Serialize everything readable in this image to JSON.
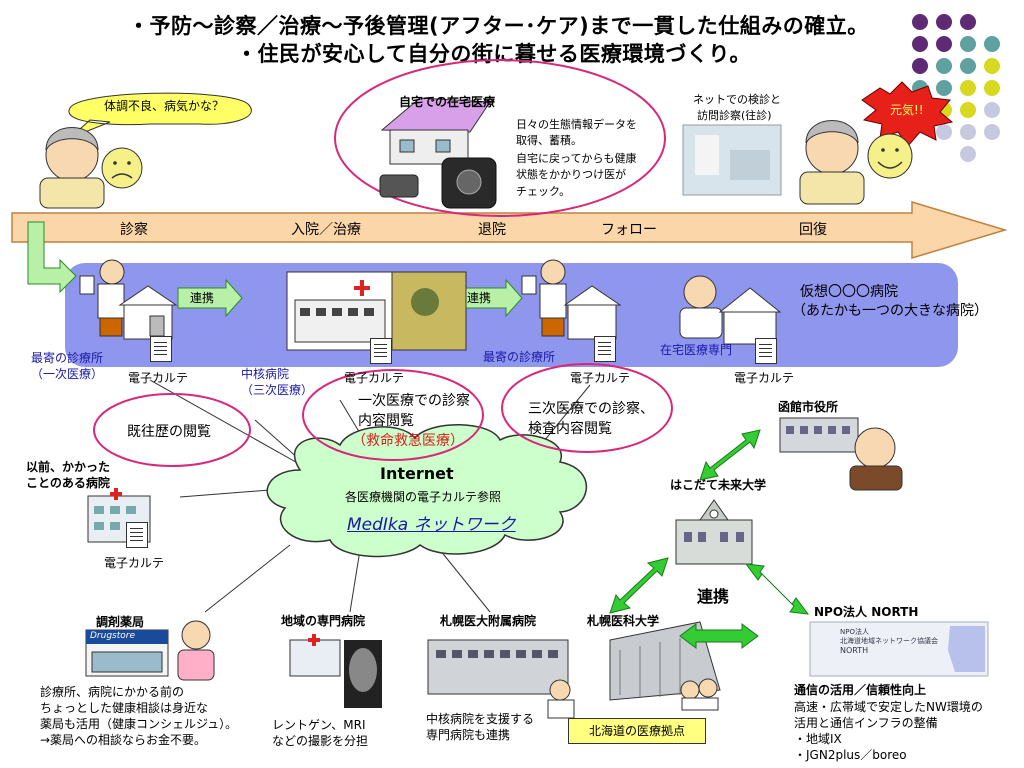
{
  "title_line1": "・予防～診察／治療～予後管理(アフター･ケア)まで一貫した仕組みの確立。",
  "title_line2": "・住民が安心して自分の街に暮せる医療環境づくり。",
  "bubble_left": "体調不良、病気かな？",
  "bubble_right": "元気!!",
  "home_care": {
    "title": "自宅での在宅医療",
    "desc": [
      "日々の生態情報データを",
      "取得、蓄積。",
      "自宅に戻ってからも健康",
      "状態をかかりつけ医が",
      "チェック。"
    ]
  },
  "net_care": [
    "ネットでの検診と",
    "訪問診察(往診)"
  ],
  "timeline": [
    "診察",
    "入院／治療",
    "退院",
    "フォロー",
    "回復"
  ],
  "virtual_hospital": [
    "仮想〇〇〇病院",
    "（あたかも一つの大きな病院）"
  ],
  "renkei_label": "連携",
  "clinic1": [
    "最寄の診療所",
    "（一次医療）"
  ],
  "core_hospital": [
    "中核病院",
    "（三次医療）"
  ],
  "clinic2": "最寄の診療所",
  "home_specialist": "在宅医療専門",
  "karte": "電子カルテ",
  "primary_care": [
    "一次医療での診察",
    "内容閲覧"
  ],
  "emergency": "（救命救急医療）",
  "tertiary_care": [
    "三次医療での診察、",
    "検査内容閲覧"
  ],
  "history_view": "既往歴の閲覧",
  "past_hospital": [
    "以前、かかった",
    "ことのある病院"
  ],
  "internet": {
    "title": "Internet",
    "sub": "各医療機関の電子カルテ参照",
    "network": "MedIka ネットワーク"
  },
  "hakodate_city": "函館市役所",
  "future_univ": "はこだて未来大学",
  "renkei_big": "連携",
  "npo": "NPO法人 NORTH",
  "npo_desc": [
    "通信の活用／信頼性向上",
    "高速・広帯域で安定したNW環境の",
    "活用と通信インフラの整備",
    "・地域IX",
    "・JGN2plus／boreo"
  ],
  "pharmacy": {
    "title": "調剤薬局",
    "sign": "Drugstore",
    "desc": [
      "診療所、病院にかかる前の",
      "ちょっとした健康相談は身近な",
      "薬局も活用（健康コンシェルジュ）。",
      "→薬局への相談ならお金不要。"
    ]
  },
  "specialist": {
    "title": "地域の専門病院",
    "desc": [
      "レントゲン、MRI",
      "などの撮影を分担"
    ]
  },
  "sapporo_hosp": {
    "title": "札幌医大附属病院",
    "desc": [
      "中核病院を支援する",
      "専門病院も連携"
    ]
  },
  "sapporo_univ": "札幌医科大学",
  "hokkaido_base": "北海道の医療拠点",
  "npo_banner": [
    "NPO法人",
    "北海道地域ネットワーク協議会",
    "NORTH"
  ],
  "colors": {
    "arrow": "#fbd6a8",
    "virtual_bg": "#8f96ee",
    "oval": "#d8287a",
    "green_arrow": "#33cc33",
    "cloud": "#ccffcc"
  }
}
